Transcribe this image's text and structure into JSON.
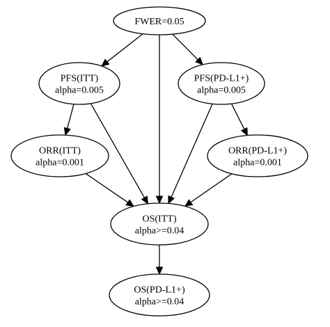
{
  "diagram": {
    "nodes": [
      {
        "id": "fwer",
        "name": "node-fwer",
        "lines": [
          "FWER=0.05"
        ]
      },
      {
        "id": "pfs_itt",
        "name": "node-pfs-itt",
        "lines": [
          "PFS(ITT)",
          "alpha=0.005"
        ]
      },
      {
        "id": "pfs_pdl1",
        "name": "node-pfs-pd-l1",
        "lines": [
          "PFS(PD-L1+)",
          "alpha=0.005"
        ]
      },
      {
        "id": "orr_itt",
        "name": "node-orr-itt",
        "lines": [
          "ORR(ITT)",
          "alpha=0.001"
        ]
      },
      {
        "id": "orr_pdl1",
        "name": "node-orr-pd-l1",
        "lines": [
          "ORR(PD-L1+)",
          "alpha=0.001"
        ]
      },
      {
        "id": "os_itt",
        "name": "node-os-itt",
        "lines": [
          "OS(ITT)",
          "alpha>=0.04"
        ]
      },
      {
        "id": "os_pdl1",
        "name": "node-os-pd-l1",
        "lines": [
          "OS(PD-L1+)",
          "alpha>=0.04"
        ]
      }
    ],
    "edges": [
      {
        "from": "fwer",
        "to": "pfs_itt"
      },
      {
        "from": "fwer",
        "to": "pfs_pdl1"
      },
      {
        "from": "fwer",
        "to": "os_itt"
      },
      {
        "from": "pfs_itt",
        "to": "orr_itt"
      },
      {
        "from": "pfs_itt",
        "to": "os_itt"
      },
      {
        "from": "pfs_pdl1",
        "to": "orr_pdl1"
      },
      {
        "from": "pfs_pdl1",
        "to": "os_itt"
      },
      {
        "from": "orr_itt",
        "to": "os_itt"
      },
      {
        "from": "orr_pdl1",
        "to": "os_itt"
      },
      {
        "from": "os_itt",
        "to": "os_pdl1"
      }
    ]
  }
}
